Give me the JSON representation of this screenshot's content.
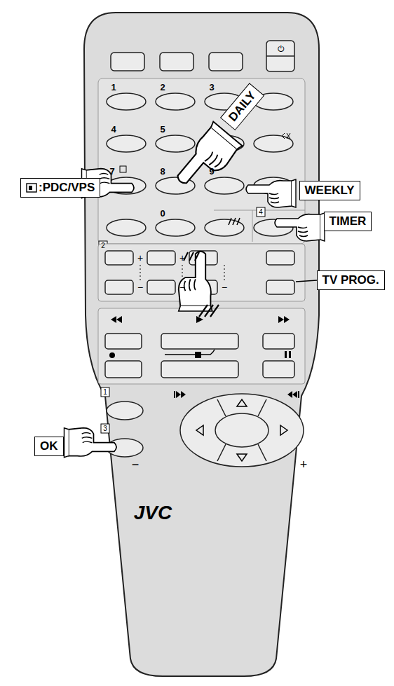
{
  "diagram": {
    "nodes": [
      {
        "text": [
          "DAILY"
        ]
      },
      {
        "text": [
          ":PDC/VPS"
        ]
      },
      {
        "text": [
          "WEEKLY"
        ]
      },
      {
        "text": [
          "TIMER"
        ]
      },
      {
        "text": [
          "TV PROG."
        ]
      },
      {
        "text": [
          "OK"
        ]
      }
    ],
    "labels": [
      "1",
      "2",
      "3",
      "4",
      "5",
      "7",
      "8",
      "9",
      "0",
      "4",
      "2",
      "+",
      "+",
      "−",
      "−",
      "−",
      "1",
      "3",
      "−",
      "+",
      "JVC"
    ]
  }
}
